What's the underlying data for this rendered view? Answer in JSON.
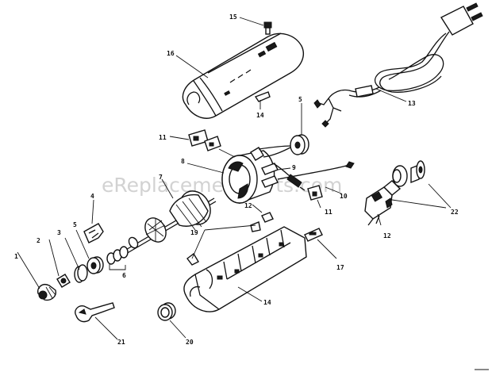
{
  "watermark": "eReplacementParts.com",
  "callouts": {
    "c1": "1",
    "c2": "2",
    "c3": "3",
    "c4": "4",
    "c5a": "5",
    "c5b": "5",
    "c6": "6",
    "c7": "7",
    "c8": "8",
    "c9": "9",
    "c10": "10",
    "c11a": "11",
    "c11b": "11",
    "c12a": "12",
    "c12b": "12",
    "c13": "13",
    "c14a": "14",
    "c14b": "14",
    "c15": "15",
    "c16": "16",
    "c17": "17",
    "c19": "19",
    "c20": "20",
    "c21": "21",
    "c22": "22"
  }
}
